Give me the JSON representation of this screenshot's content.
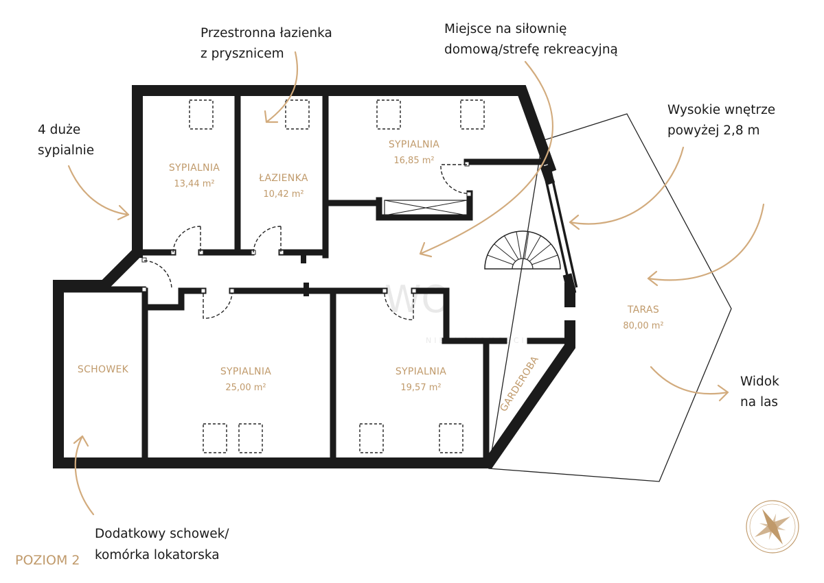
{
  "level": "POZIOM 2",
  "rooms": {
    "bed1": {
      "name": "SYPIALNIA",
      "area": "13,44 m²"
    },
    "bath": {
      "name": "ŁAZIENKA",
      "area": "10,42 m²"
    },
    "bed2": {
      "name": "SYPIALNIA",
      "area": "16,85 m²"
    },
    "storage": {
      "name": "SCHOWEK"
    },
    "bed3": {
      "name": "SYPIALNIA",
      "area": "25,00 m²"
    },
    "bed4": {
      "name": "SYPIALNIA",
      "area": "19,57 m²"
    },
    "wardrobe": {
      "name": "GARDEROBA"
    },
    "terrace": {
      "name": "TARAS",
      "area": "80,00 m²"
    }
  },
  "annotations": {
    "bathroom": [
      "Przestronna łazienka",
      "z prysznicem"
    ],
    "gym": [
      "Miejsce na siłownię",
      "domową/strefę rekreacyjną"
    ],
    "bedrooms": [
      "4 duże",
      "sypialnie"
    ],
    "height": [
      "Wysokie wnętrze",
      "powyżej 2,8 m"
    ],
    "view": [
      "Widok",
      "na las"
    ],
    "extra_storage": [
      "Dodatkowy schowek/",
      "komórka lokatorska"
    ]
  },
  "watermark": {
    "main": "WO",
    "sub": "NIERUCHOMOŚCI"
  },
  "colors": {
    "accent": "#c09a6b",
    "arrow": "#d2ab7d",
    "wall": "#1b1b1b"
  },
  "icons": {
    "compass": "compass-rose-icon",
    "stairs": "spiral-stairs-icon"
  }
}
